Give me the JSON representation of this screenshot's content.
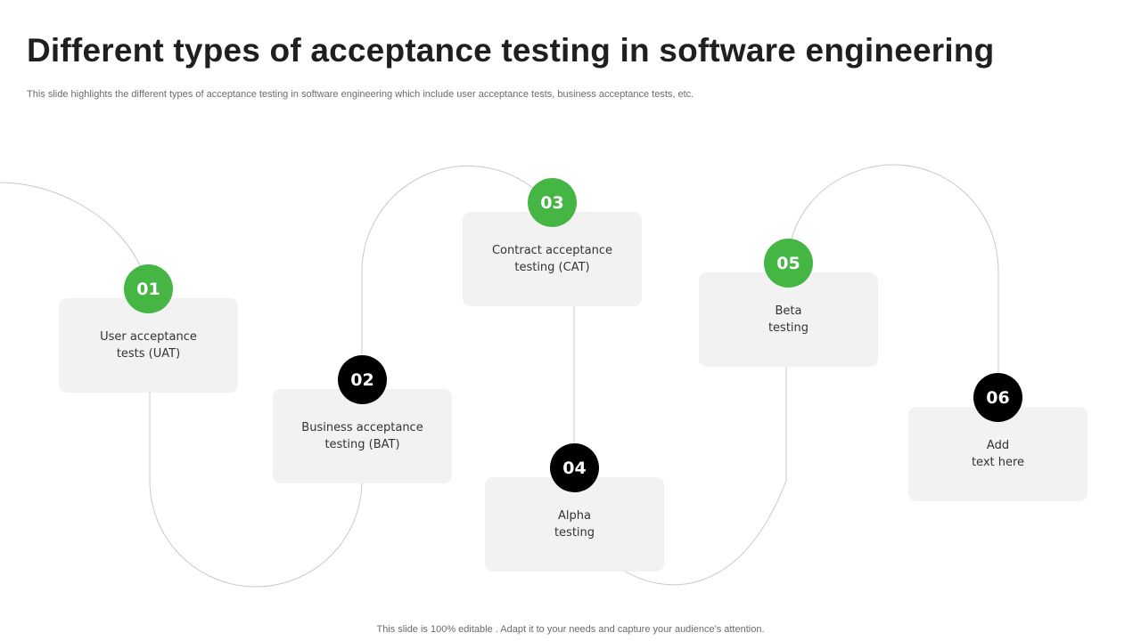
{
  "slide": {
    "title": "Different types of acceptance testing in software engineering",
    "subtitle": "This slide highlights the different types of acceptance testing in software engineering which include user acceptance tests, business acceptance tests, etc.",
    "footer": "This slide is 100% editable . Adapt it to your needs and capture your audience's attention."
  },
  "colors": {
    "accent_green": "#45b544",
    "dark": "#000000",
    "card_bg": "#f2f2f2",
    "path_line": "#c8c8c8"
  },
  "steps": [
    {
      "number": "01",
      "label": "User acceptance\ntests (UAT)",
      "badge_color": "green"
    },
    {
      "number": "02",
      "label": "Business acceptance\ntesting (BAT)",
      "badge_color": "black"
    },
    {
      "number": "03",
      "label": "Contract acceptance\ntesting (CAT)",
      "badge_color": "green"
    },
    {
      "number": "04",
      "label": "Alpha\ntesting",
      "badge_color": "black"
    },
    {
      "number": "05",
      "label": "Beta\ntesting",
      "badge_color": "green"
    },
    {
      "number": "06",
      "label": "Add\ntext here",
      "badge_color": "black"
    }
  ]
}
